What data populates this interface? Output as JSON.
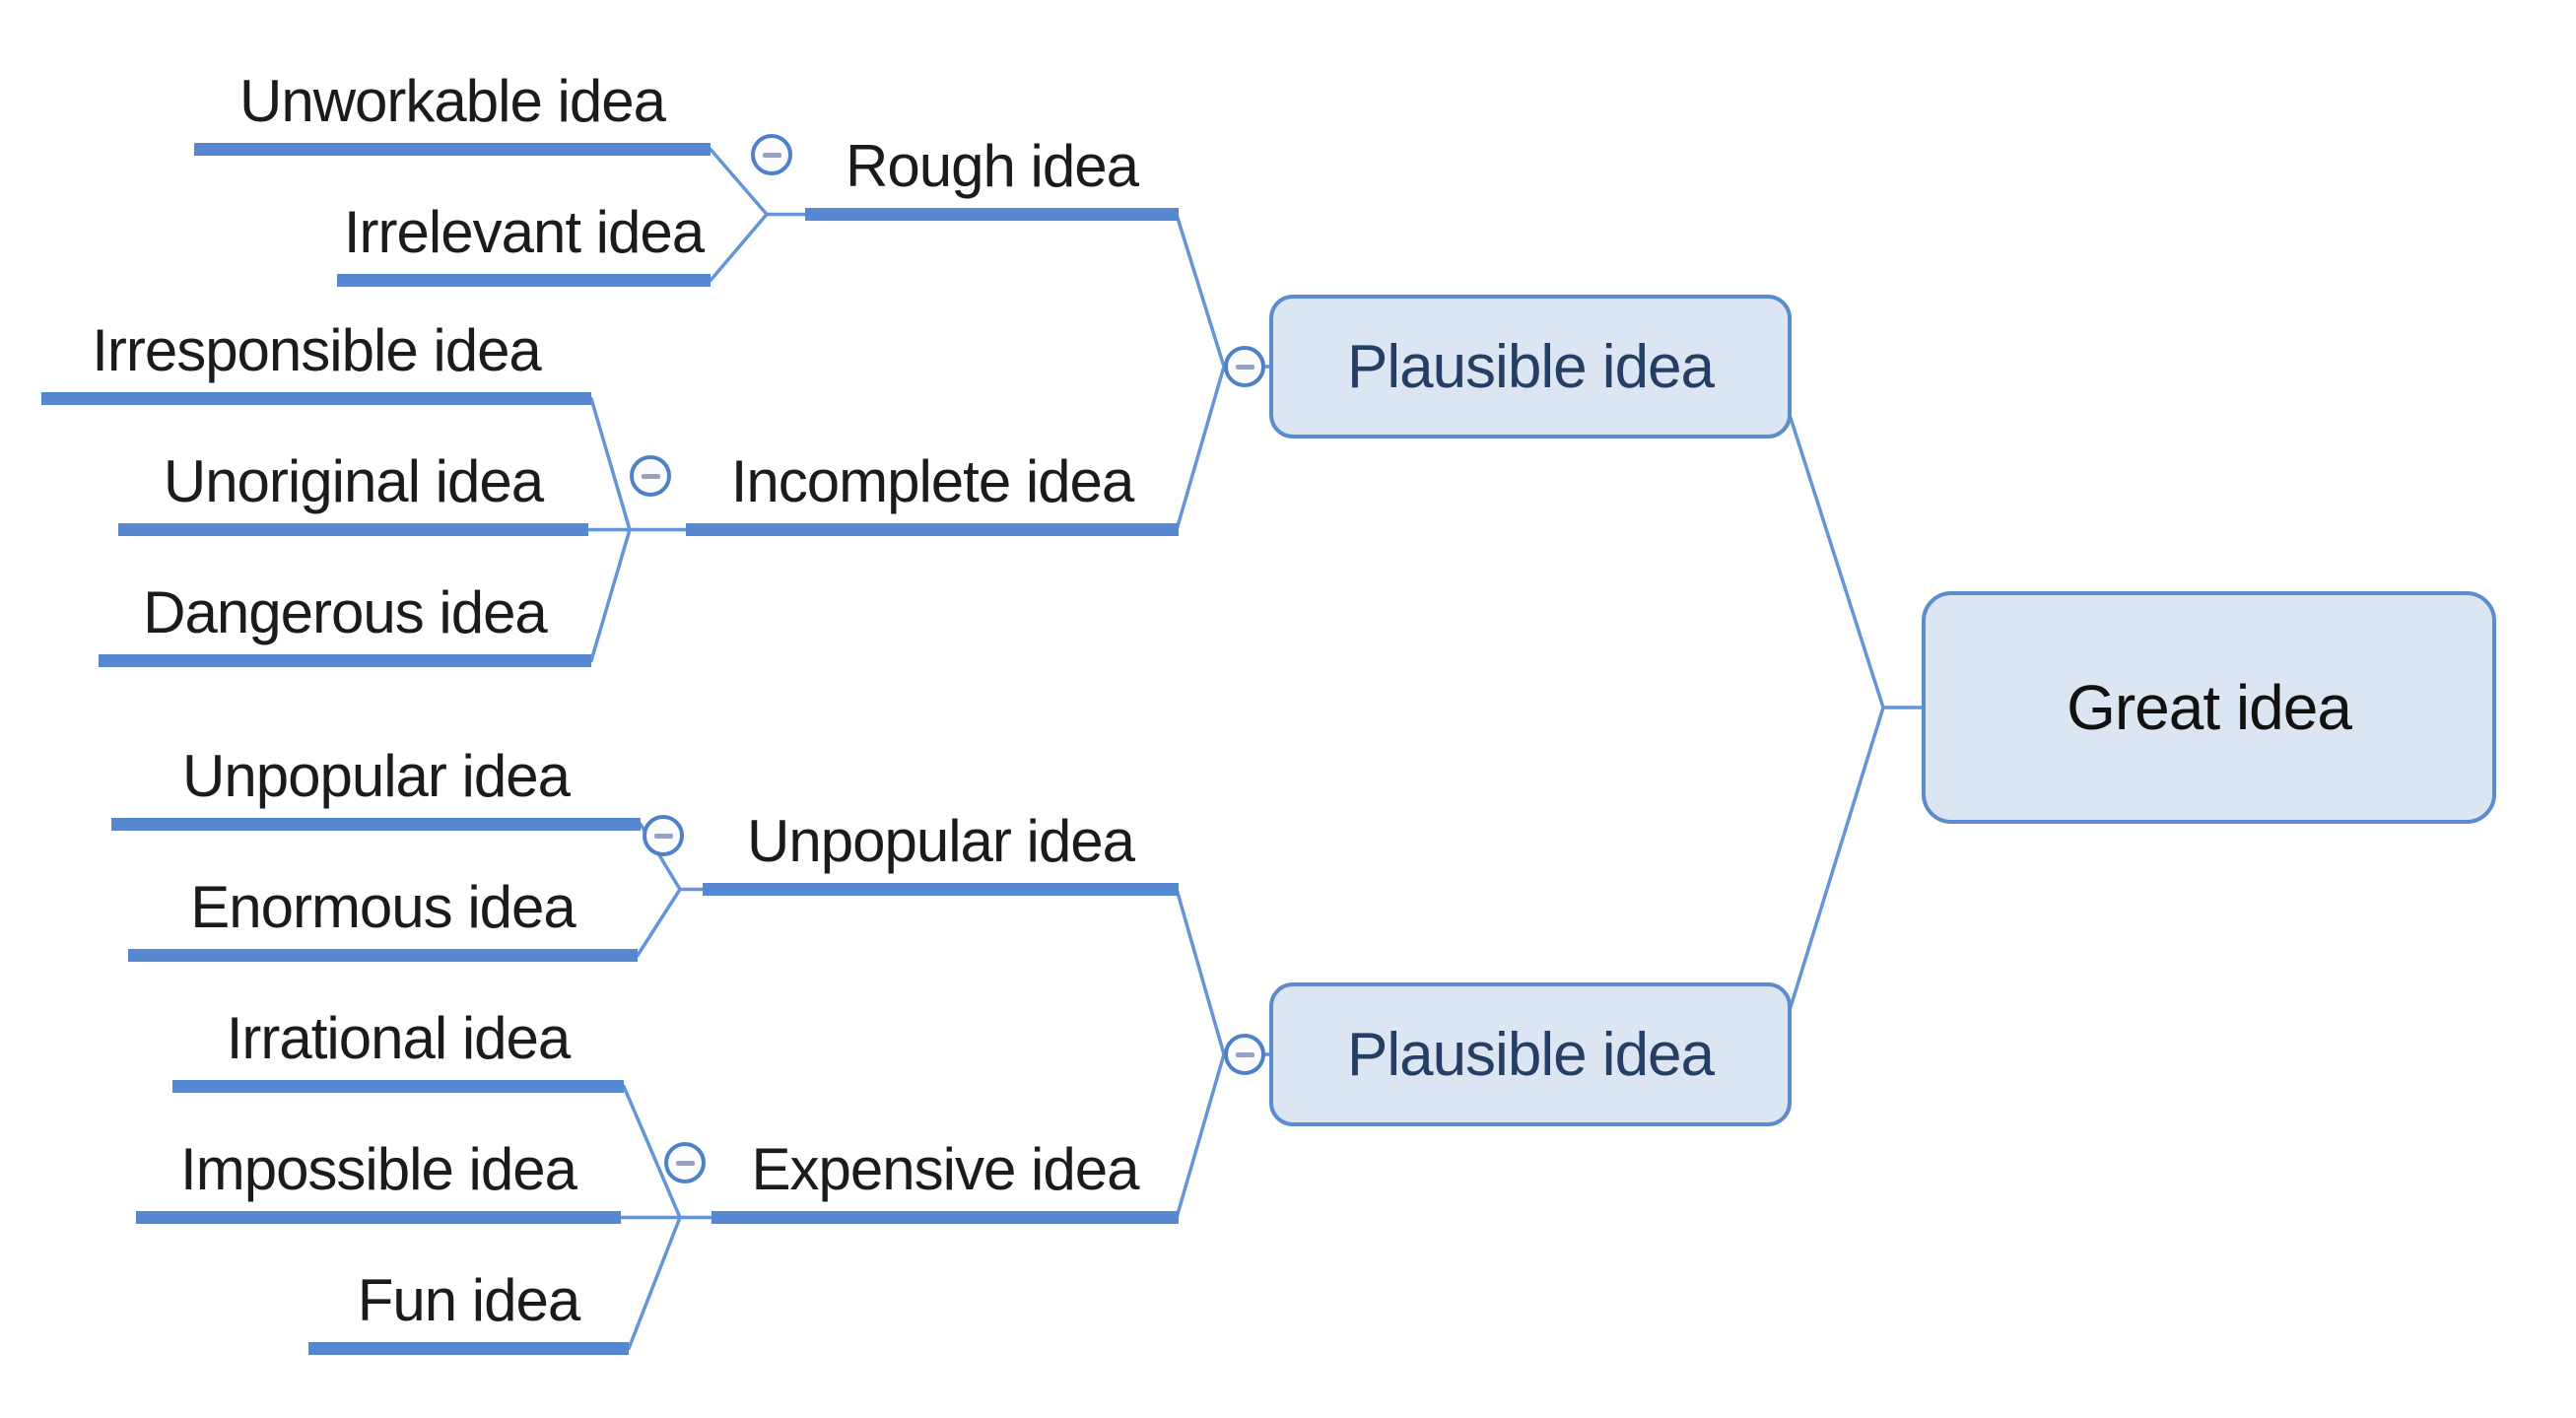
{
  "mindmap": {
    "root": {
      "label": "Great idea"
    },
    "branches": [
      {
        "label": "Plausible idea",
        "children": [
          {
            "label": "Rough idea",
            "children": [
              {
                "label": "Unworkable idea"
              },
              {
                "label": "Irrelevant idea"
              }
            ]
          },
          {
            "label": "Incomplete idea",
            "children": [
              {
                "label": "Irresponsible idea"
              },
              {
                "label": "Unoriginal idea"
              },
              {
                "label": "Dangerous idea"
              }
            ]
          }
        ]
      },
      {
        "label": "Plausible idea",
        "children": [
          {
            "label": "Unpopular idea",
            "children": [
              {
                "label": "Unpopular idea"
              },
              {
                "label": "Enormous idea"
              }
            ]
          },
          {
            "label": "Expensive idea",
            "children": [
              {
                "label": "Irrational idea"
              },
              {
                "label": "Impossible idea"
              },
              {
                "label": "Fun idea"
              }
            ]
          }
        ]
      }
    ],
    "colors": {
      "bar": "#5588D0",
      "connector": "#6495D6",
      "box_fill": "#DCE6F2",
      "box_border": "#5B8CCD",
      "box_text": "#243F63",
      "root_text": "#111111",
      "label_text": "#1B1B1B",
      "collapse_border": "#4F81C7",
      "collapse_fill": "#FBFCFE",
      "collapse_minus": "#9AA1C2",
      "canvas_bg": "#FFFFFF"
    }
  }
}
